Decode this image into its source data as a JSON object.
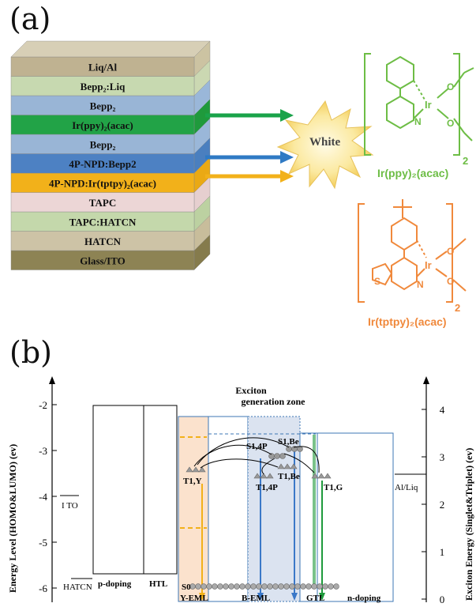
{
  "panel_a": {
    "label": "(a)",
    "layers": [
      {
        "text": "Liq/Al",
        "top": "#d7cfb6",
        "side": "#ccc3a2",
        "front": "#bfb291"
      },
      {
        "text": "Bepp₂:Liq",
        "top": "#d6e2c2",
        "side": "#cbd8b2",
        "front": "#c7d9b0"
      },
      {
        "text": "Bepp₂",
        "top": "#a9c3e0",
        "side": "#9ab7d9",
        "front": "#99b5d6"
      },
      {
        "text": "Ir(ppy)₂(acac)",
        "top": "#2fae4a",
        "side": "#1f9a3c",
        "front": "#22a347"
      },
      {
        "text": "Bepp₂",
        "top": "#a9c3e0",
        "side": "#9ab7d9",
        "front": "#99b5d6"
      },
      {
        "text": "4P-NPD:Bepp2",
        "top": "#5b8ecb",
        "side": "#4a7fbf",
        "front": "#4d81c3"
      },
      {
        "text": "4P-NPD:Ir(tptpy)₂(acac)",
        "top": "#f6b92b",
        "side": "#eaa914",
        "front": "#f2b11a"
      },
      {
        "text": "TAPC",
        "top": "#f2dede",
        "side": "#e6cfcf",
        "front": "#ecd6d6"
      },
      {
        "text": "TAPC:HATCN",
        "top": "#cfe0b9",
        "side": "#bcd1a1",
        "front": "#c4d8ab"
      },
      {
        "text": "HATCN",
        "top": "#d6cdb0",
        "side": "#c8bd9b",
        "front": "#cdc3a6"
      },
      {
        "text": "Glass/ITO",
        "top": "#9b9160",
        "side": "#857b4c",
        "front": "#8d8354"
      }
    ],
    "white_label": "White",
    "molecule_1_name": "Ir(ppy)₂(acac)",
    "molecule_2_name": "Ir(tptpy)₂(acac)",
    "subscript_2": "2",
    "atom_ir": "Ir",
    "atom_n": "N",
    "atom_o": "O",
    "atom_s": "S",
    "colors": {
      "green_molecule": "#6dbd45",
      "orange_molecule": "#f0893c",
      "green_arrow": "#1aa34a",
      "blue_arrow": "#2f7ac4",
      "yellow_arrow": "#f2b11a"
    }
  },
  "panel_b": {
    "label": "(b)",
    "y_left_label": "Energy Level (HOMO&LUMO) (ev)",
    "y_right_label": "Exciton Energy (Singlet&Triplet) (ev)",
    "left_ticks": [
      "-2",
      "-3",
      "-4",
      "-5",
      "-6"
    ],
    "right_ticks": [
      "4",
      "3",
      "2",
      "1",
      "0"
    ],
    "exciton_zone_line1": "Exciton",
    "exciton_zone_line2": "generation zone",
    "bottom_labels": [
      "p-doping",
      "HTL",
      "Y-EML",
      "B-EML",
      "GTL",
      "n-doping"
    ],
    "left_labels": [
      "I TO",
      "HATCN"
    ],
    "right_label": "Al/Liq",
    "state_labels": {
      "s1_4p": "S1,4P",
      "s1_be": "S1,Be",
      "t1_be": "T1,Be",
      "t1_4p": "T1,4P",
      "t1_y": "T1,Y",
      "t1_g": "T1,G",
      "s0": "S0"
    },
    "colors": {
      "y_eml_fill": "#fbe2cd",
      "b_eml_fill": "#dbe3f0",
      "frame_blue": "#3e77b5",
      "yellow": "#f2b11a",
      "green": "#1f9a3c",
      "blue": "#3a78c8"
    }
  }
}
